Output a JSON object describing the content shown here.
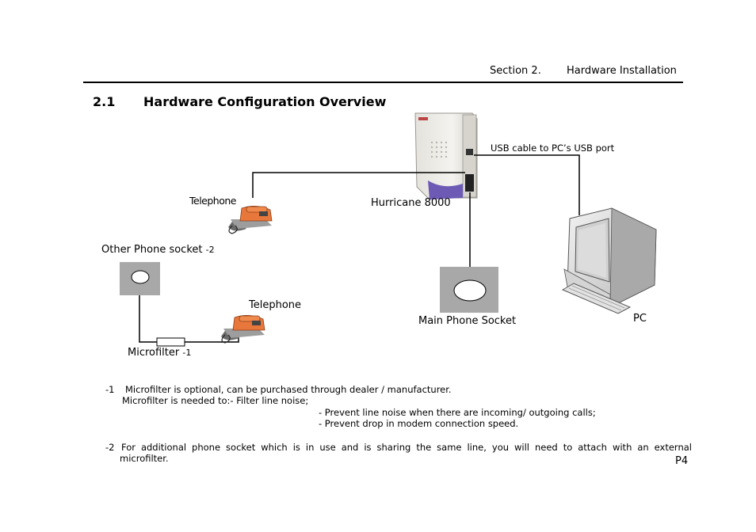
{
  "header": {
    "section": "Section 2.",
    "section_title": "Hardware Installation"
  },
  "heading": {
    "number": "2.1",
    "text": "Hardware Configuration Overview"
  },
  "diagram": {
    "usb_label": "USB cable to PC’s USB port",
    "device_label": "Hurricane 8000",
    "telephone_top": "Telephone",
    "telephone_bottom": "Telephone",
    "other_socket_label": "Other Phone socket",
    "other_socket_mark": "-2",
    "main_socket_label": "Main Phone Socket",
    "pc_label": "PC",
    "microfilter_label": "Microfilter",
    "microfilter_mark": "-1"
  },
  "notes": {
    "n1_mark": "-1",
    "n1_line1": "Microfilter is optional, can be purchased through dealer / manufacturer.",
    "n1_line2": "Microfilter is needed to:- Filter line noise;",
    "n1_line3": "- Prevent line noise when there are incoming/ outgoing calls;",
    "n1_line4": "- Prevent drop in modem connection speed.",
    "n2_mark": "-2",
    "n2_line1": "For additional phone socket which is in use and is sharing the same line, you will need to attach with an external",
    "n2_line2": "microfilter."
  },
  "footer": {
    "page": "P4"
  }
}
